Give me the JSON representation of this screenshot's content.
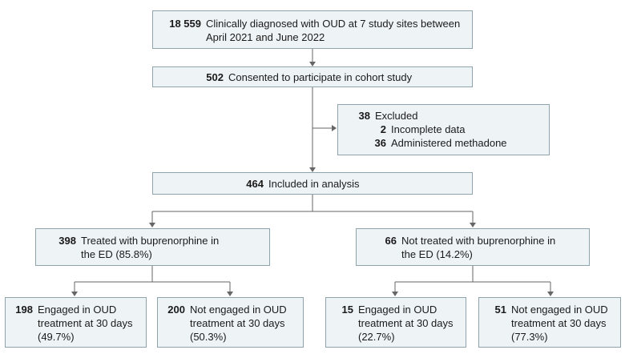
{
  "boxes": {
    "diagnosed": {
      "count": "18 559",
      "text": "Clinically diagnosed with OUD at 7 study sites between April 2021 and June 2022"
    },
    "consented": {
      "count": "502",
      "text": "Consented to participate in cohort study"
    },
    "excluded": {
      "count": "38",
      "text": "Excluded",
      "items": [
        {
          "count": "2",
          "text": "Incomplete data"
        },
        {
          "count": "36",
          "text": "Administered methadone"
        }
      ]
    },
    "included": {
      "count": "464",
      "text": "Included in analysis"
    },
    "treated": {
      "count": "398",
      "text": "Treated with buprenorphine in the ED (85.8%)"
    },
    "not_treated": {
      "count": "66",
      "text": "Not treated with buprenorphine in the ED (14.2%)"
    },
    "treated_engaged": {
      "count": "198",
      "text": "Engaged in OUD treatment at 30 days (49.7%)"
    },
    "treated_not_engaged": {
      "count": "200",
      "text": "Not engaged in OUD treatment at 30 days (50.3%)"
    },
    "untreated_engaged": {
      "count": "15",
      "text": "Engaged in OUD treatment at 30 days (22.7%)"
    },
    "untreated_not_engaged": {
      "count": "51",
      "text": "Not engaged in OUD treatment at 30 days (77.3%)"
    }
  }
}
